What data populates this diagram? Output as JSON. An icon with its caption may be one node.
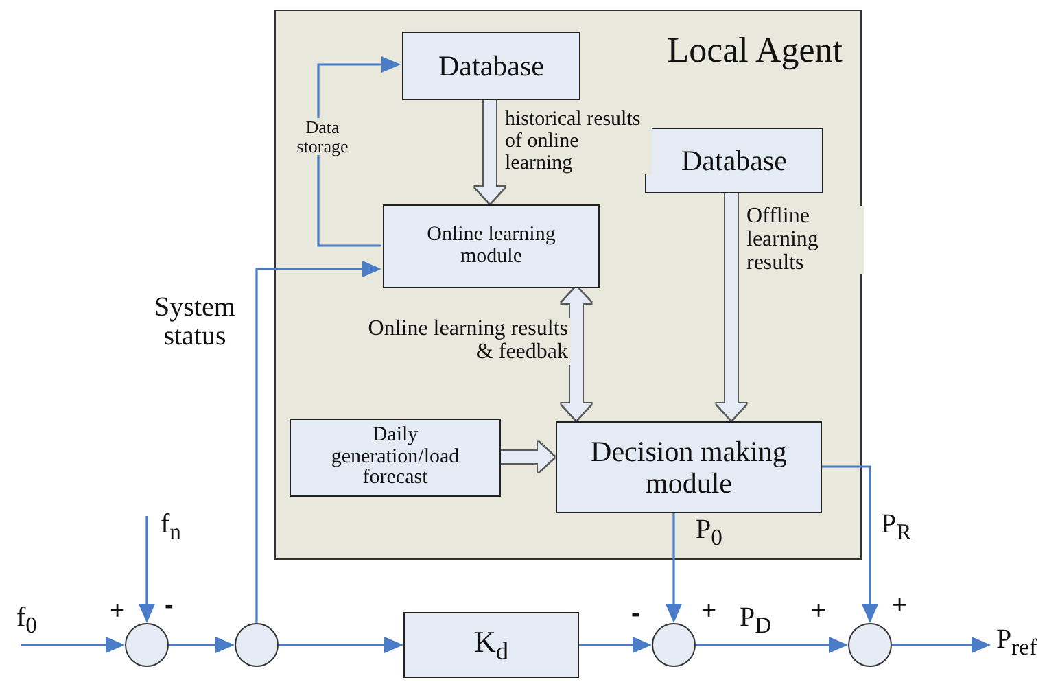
{
  "diagram": {
    "nodes": [
      {
        "text": [
          "Local Agent"
        ]
      },
      {
        "text": [
          "Database"
        ],
        "in": 0
      },
      {
        "text": [
          "Online learning module"
        ],
        "in": 0
      },
      {
        "text": [
          "Database"
        ],
        "in": 0
      },
      {
        "text": [
          "Daily generation/load forecast"
        ],
        "in": 0
      },
      {
        "text": [
          "Decision making module"
        ],
        "in": 0
      },
      {
        "text": [],
        "shape": "circle"
      },
      {
        "text": [],
        "shape": "circle"
      },
      {
        "text": [
          "K$_{d}$"
        ]
      },
      {
        "text": [],
        "shape": "circle"
      },
      {
        "text": [],
        "shape": "circle"
      }
    ],
    "edges": [
      {
        "from": null,
        "to": 6,
        "arrow": "to",
        "label": "f$_{0}$"
      },
      {
        "from": null,
        "to": 6,
        "arrow": "to",
        "label": "f$_{n}$"
      },
      {
        "from": 6,
        "to": 7,
        "arrow": "to"
      },
      {
        "from": 7,
        "to": 8,
        "arrow": "to"
      },
      {
        "from": 7,
        "to": 2,
        "arrow": "to",
        "label": "System status"
      },
      {
        "from": 2,
        "to": 1,
        "arrow": "to",
        "label": "Data storage"
      },
      {
        "from": 1,
        "to": 2,
        "arrow": "to",
        "label": "historical results of online learning",
        "style": "thick",
        "color": "#e4ebf5"
      },
      {
        "from": 2,
        "to": 5,
        "arrow": "both",
        "label": "Online learning results & feedbak",
        "style": "thick",
        "color": "#e4ebf5"
      },
      {
        "from": 3,
        "to": 5,
        "arrow": "to",
        "label": "Offline learning results",
        "style": "thick",
        "color": "#e4ebf5"
      },
      {
        "from": 4,
        "to": 5,
        "arrow": "to",
        "style": "thick",
        "color": "#e4ebf5"
      },
      {
        "from": 5,
        "to": 9,
        "arrow": "to",
        "label": "P$_{0}$"
      },
      {
        "from": 5,
        "to": 10,
        "arrow": "to",
        "label": "P$_{R}$"
      },
      {
        "from": 8,
        "to": 9,
        "arrow": "to"
      },
      {
        "from": 9,
        "to": 10,
        "arrow": "to",
        "label": "P$_{D}$"
      },
      {
        "from": 10,
        "to": null,
        "arrow": "to",
        "label": "P$_{ref}$"
      }
    ],
    "labels": [
      "+",
      "-",
      "-",
      "+",
      "+",
      "+"
    ]
  }
}
